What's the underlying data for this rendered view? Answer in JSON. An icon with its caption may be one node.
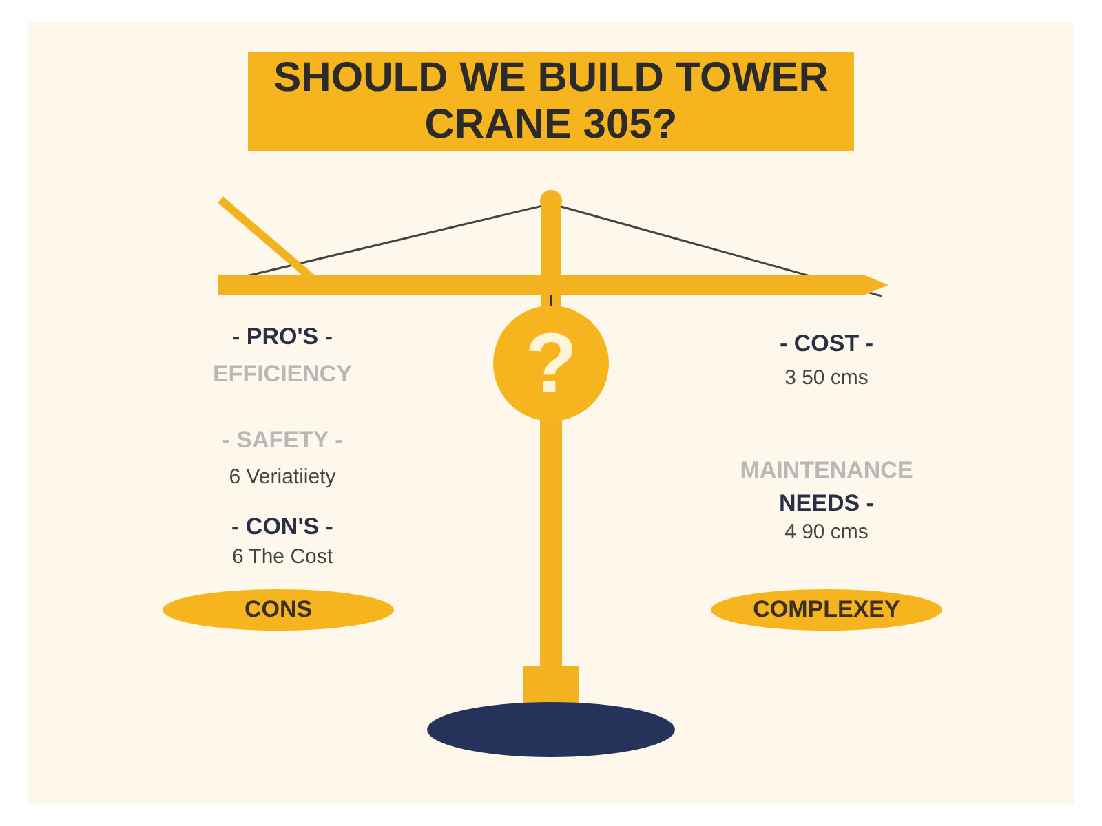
{
  "diagram": {
    "title": "SHOULD WE BUILD TOWER CRANE 305?",
    "nodes": [
      {
        "text": [
          "?"
        ]
      },
      {
        "text": [
          "CONS"
        ]
      },
      {
        "text": [
          "COMPLEXEY"
        ]
      }
    ],
    "labels": [
      "- PRO'S -",
      "EFFICIENCY",
      "- SAFETY -",
      "6 Veriatiiety",
      "- CON'S -",
      "6 The Cost",
      "- COST -",
      "3 50 cms",
      "MAINTENANCE",
      "NEEDS -",
      "4 90 cms"
    ]
  }
}
